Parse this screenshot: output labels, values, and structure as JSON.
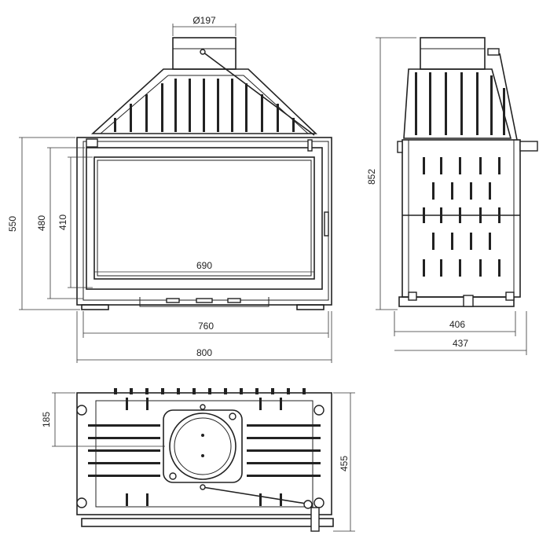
{
  "dimensions": {
    "chimney_diameter": "Ø197",
    "front_height": "550",
    "front_inner_height": "480",
    "glass_height": "410",
    "glass_width": "690",
    "inner_width": "760",
    "total_width": "800",
    "side_height": "852",
    "side_depth": "406",
    "side_total_depth": "437",
    "top_offset": "185",
    "top_depth": "455"
  }
}
